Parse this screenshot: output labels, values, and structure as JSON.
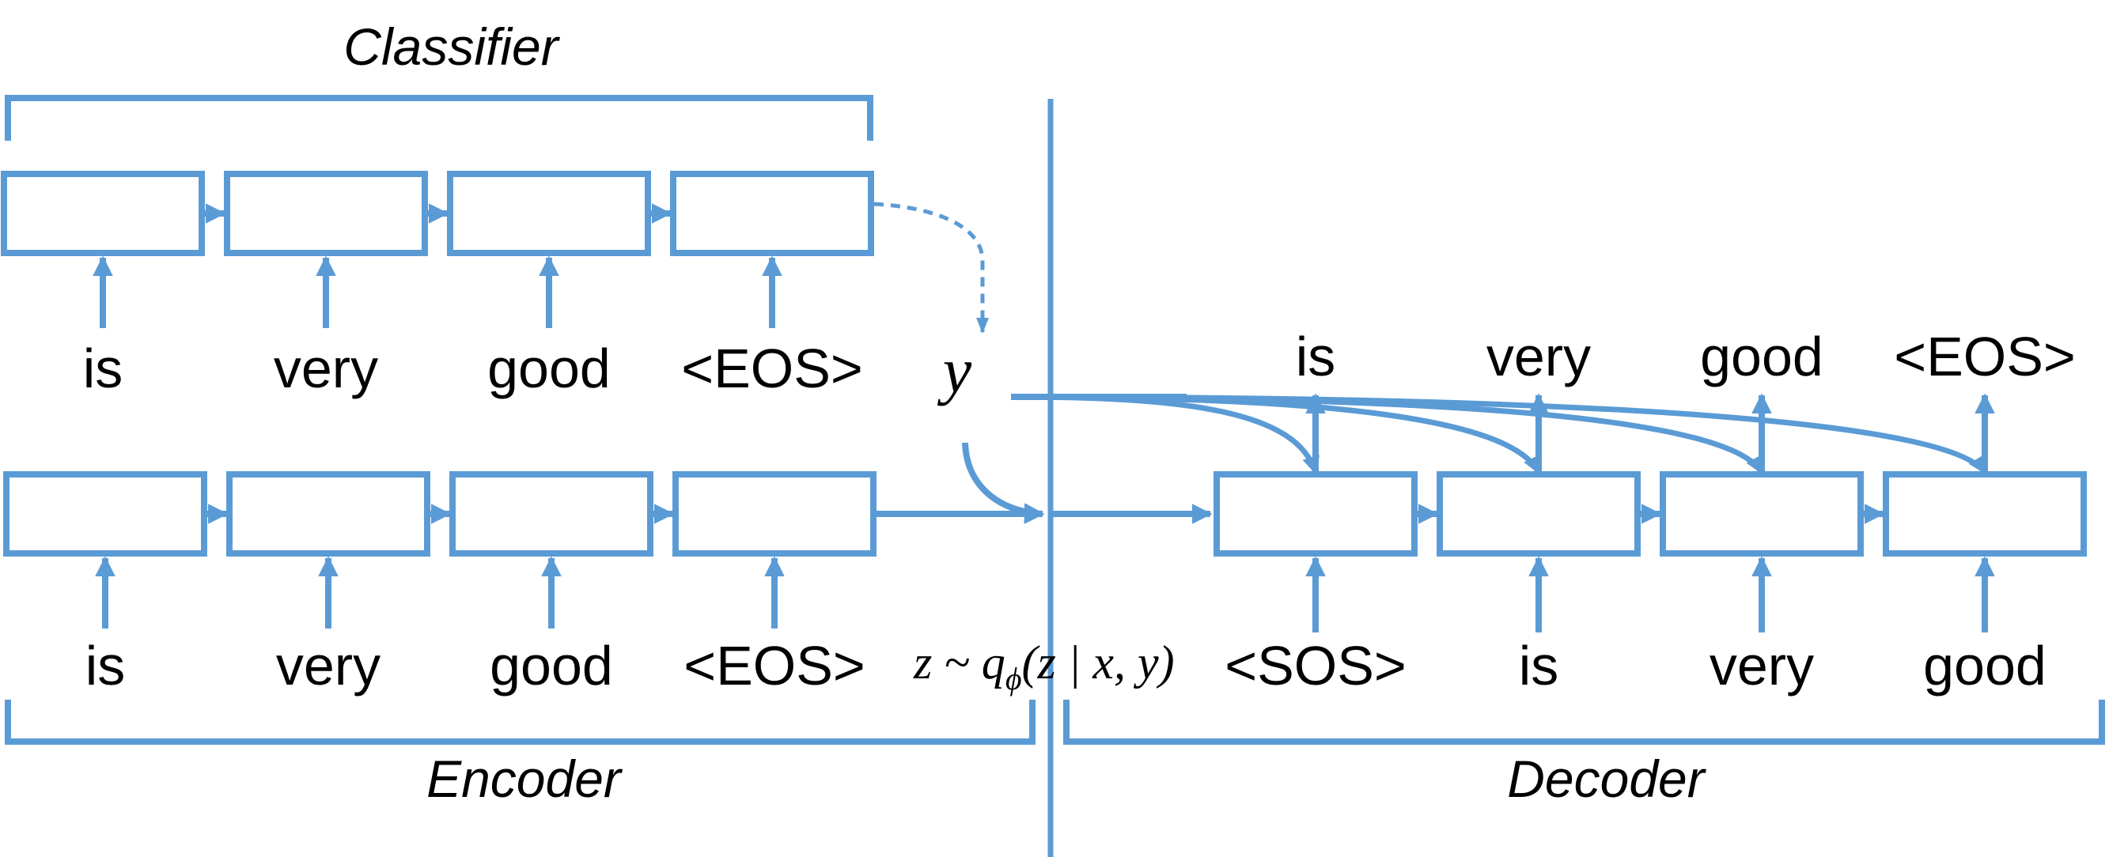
{
  "colors": {
    "stroke": "#5b9bd5",
    "text": "#000000",
    "background": "#ffffff"
  },
  "sections": {
    "classifier": "Classifier",
    "encoder": "Encoder",
    "decoder": "Decoder"
  },
  "classifier_inputs": [
    "is",
    "very",
    "good",
    "<EOS>"
  ],
  "encoder_inputs": [
    "is",
    "very",
    "good",
    "<EOS>"
  ],
  "decoder_inputs": [
    "<SOS>",
    "is",
    "very",
    "good"
  ],
  "decoder_outputs": [
    "is",
    "very",
    "good",
    "<EOS>"
  ],
  "label_variable": "y",
  "latent": {
    "lhs": "z ~ q",
    "subscript": "ϕ",
    "rhs": "(z | x, y)"
  }
}
